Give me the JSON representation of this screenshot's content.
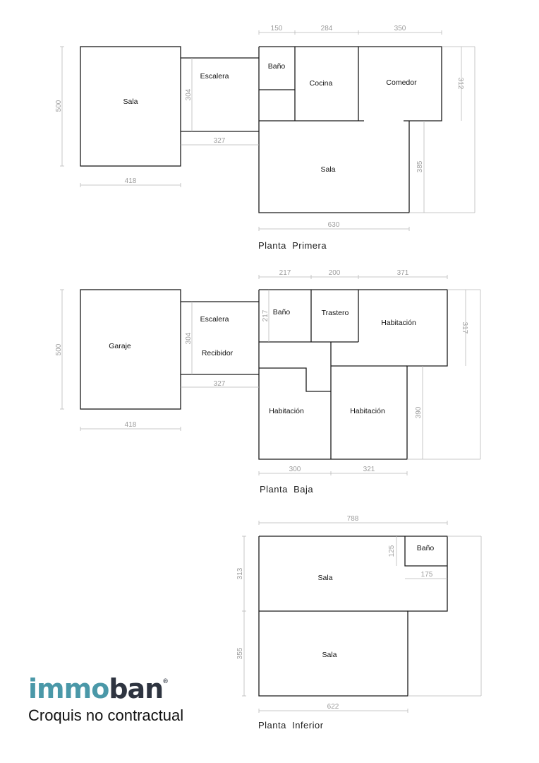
{
  "plans": [
    {
      "key": "primera",
      "title": "Planta  Primera",
      "rooms": {
        "sala_left": "Sala",
        "escalera": "Escalera",
        "bano": "Baño",
        "cocina": "Cocina",
        "comedor": "Comedor",
        "sala_main": "Sala"
      },
      "dims": {
        "top_1": "150",
        "top_2": "284",
        "top_3": "350",
        "left_height": "500",
        "stair_height": "304",
        "right_upper": "312",
        "right_lower": "385",
        "corridor": "327",
        "left_width": "418",
        "bottom_width": "630"
      }
    },
    {
      "key": "baja",
      "title": "Planta  Baja",
      "rooms": {
        "garaje": "Garaje",
        "escalera": "Escalera",
        "recibidor": "Recibidor",
        "bano": "Baño",
        "trastero": "Trastero",
        "habitacion_1": "Habitación",
        "habitacion_2": "Habitación",
        "habitacion_3": "Habitación"
      },
      "dims": {
        "top_1": "217",
        "top_2": "200",
        "top_3": "371",
        "left_height": "500",
        "stair_height": "304",
        "bano_height": "217",
        "right_upper": "317",
        "right_lower": "390",
        "corridor": "327",
        "left_width": "418",
        "bottom_1": "300",
        "bottom_2": "321"
      }
    },
    {
      "key": "inferior",
      "title": "Planta  Inferior",
      "rooms": {
        "bano": "Baño",
        "sala_upper": "Sala",
        "sala_lower": "Sala"
      },
      "dims": {
        "top_width": "788",
        "bano_height": "125",
        "bano_width": "175",
        "left_upper": "313",
        "left_lower": "355",
        "bottom_width": "622"
      }
    }
  ],
  "brand": {
    "logo_part1": "immo",
    "logo_part2": "ban",
    "logo_reg": "®",
    "disclaimer": "Croquis no contractual"
  }
}
